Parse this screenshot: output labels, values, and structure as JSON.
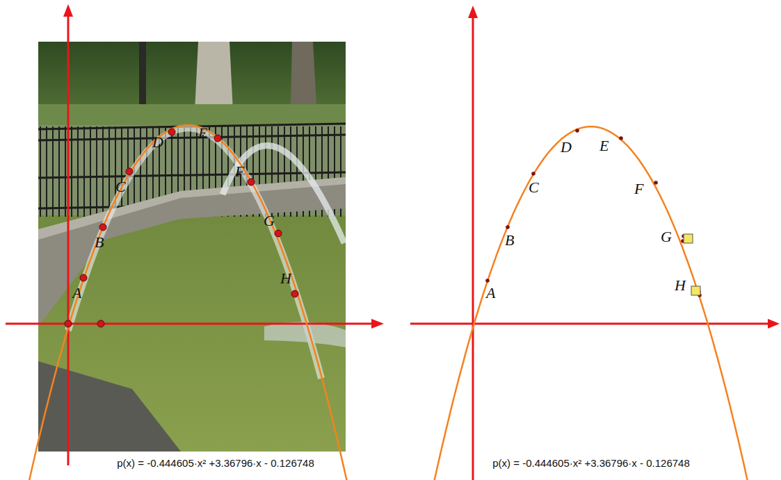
{
  "diagram": {
    "labels": [
      "A",
      "B",
      "C",
      "D",
      "E",
      "F",
      "G",
      "H",
      "p(x) = -0.444605·x² +3.36796·x - 0.126748",
      "A",
      "B",
      "C",
      "D",
      "E",
      "F",
      "G",
      "H",
      "p(x) = -0.444605·x² +3.36796·x - 0.126748"
    ]
  }
}
